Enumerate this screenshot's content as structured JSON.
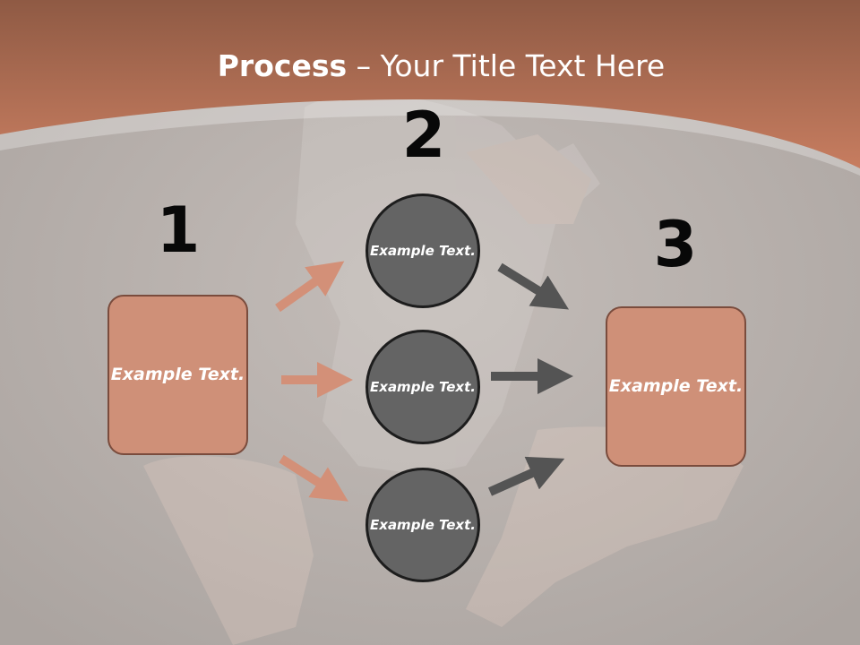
{
  "title": {
    "bold": "Process",
    "rest": " – Your Title Text Here"
  },
  "steps": [
    {
      "number": "1",
      "text": "Example Text."
    },
    {
      "number": "2",
      "text": [
        "Example Text.",
        "Example Text.",
        "Example Text."
      ]
    },
    {
      "number": "3",
      "text": "Example Text."
    }
  ],
  "colors": {
    "header": "#c57a5e",
    "box_fill": "#cf9078",
    "circle_fill": "#646464",
    "arrow_orange": "#d39078",
    "arrow_gray": "#545454"
  },
  "icons": {
    "flow_arrow": "arrow-right-icon"
  }
}
